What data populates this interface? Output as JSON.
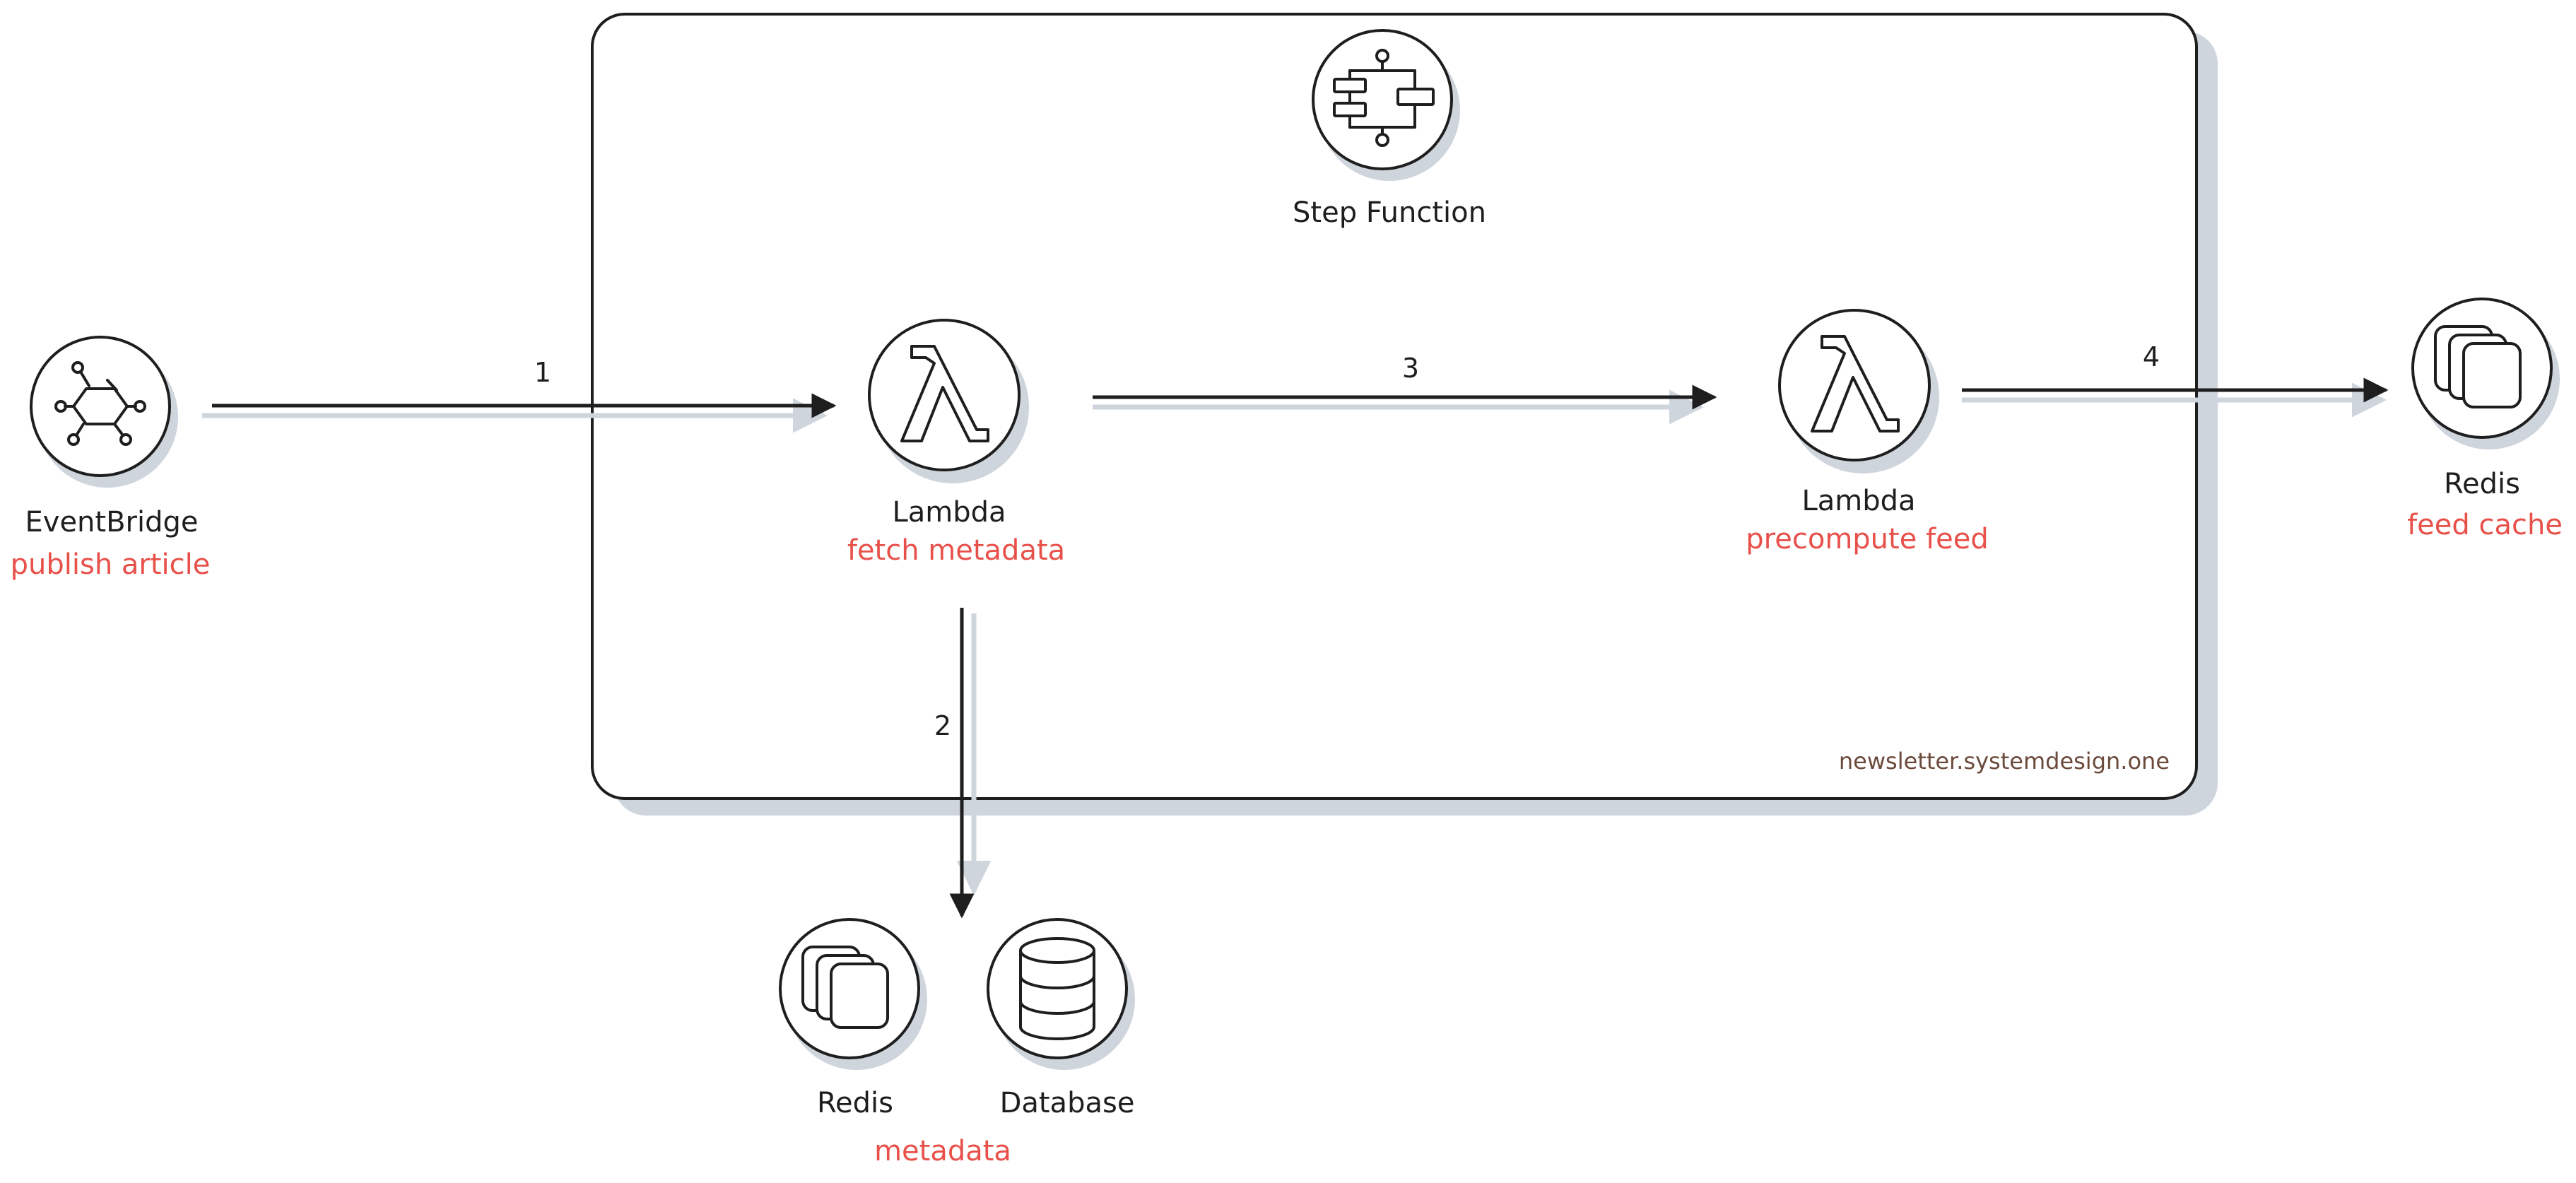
{
  "diagram": {
    "step_function": {
      "label": "Step Function",
      "icon": "step-function-icon"
    },
    "eventbridge": {
      "label": "EventBridge",
      "sublabel": "publish article",
      "icon": "eventbridge-icon"
    },
    "lambda_fetch": {
      "label": "Lambda",
      "sublabel": "fetch metadata",
      "icon": "lambda-icon"
    },
    "lambda_precompute": {
      "label": "Lambda",
      "sublabel": "precompute feed",
      "icon": "lambda-icon"
    },
    "redis_feed": {
      "label": "Redis",
      "sublabel": "feed cache",
      "icon": "redis-icon"
    },
    "redis_meta": {
      "label": "Redis",
      "icon": "redis-icon"
    },
    "database": {
      "label": "Database",
      "icon": "database-icon"
    },
    "metadata_label": "metadata",
    "watermark": "newsletter.systemdesign.one",
    "arrows": [
      {
        "label": "1",
        "from": "EventBridge",
        "to": "Lambda (fetch metadata)"
      },
      {
        "label": "2",
        "from": "Lambda (fetch metadata)",
        "to": "Redis / Database"
      },
      {
        "label": "3",
        "from": "Lambda (fetch metadata)",
        "to": "Lambda (precompute feed)"
      },
      {
        "label": "4",
        "from": "Lambda (precompute feed)",
        "to": "Redis (feed cache)"
      }
    ],
    "colors": {
      "label": "#1e1e1e",
      "sublabel": "#e8504a",
      "shadow": "#cfd5dc",
      "watermark": "#6b4a3c"
    }
  }
}
